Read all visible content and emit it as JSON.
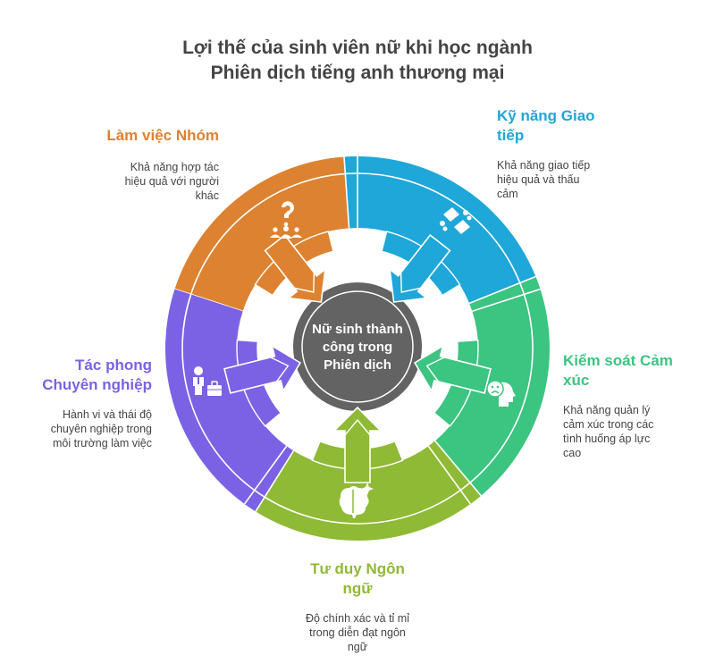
{
  "title": {
    "line1": "Lợi thế của sinh viên nữ khi học ngành",
    "line2": "Phiên dịch tiếng anh thương mại"
  },
  "center": {
    "line1": "Nữ sinh thành",
    "line2": "công trong",
    "line3": "Phiên dịch",
    "color": "#636363"
  },
  "segments": [
    {
      "id": "teamwork",
      "title_line1": "Làm việc Nhóm",
      "title_line2": "",
      "desc_line1": "Khả năng hợp tác",
      "desc_line2": "hiệu quả với người",
      "desc_line3": "khác",
      "desc_line4": "",
      "color": "#DD8230",
      "icon": "team-question-icon"
    },
    {
      "id": "communication",
      "title_line1": "Kỹ năng Giao",
      "title_line2": "tiếp",
      "desc_line1": "Khả năng giao tiếp",
      "desc_line2": "hiệu quả và thấu",
      "desc_line3": "cảm",
      "desc_line4": "",
      "color": "#1EA7D8",
      "icon": "speech-bubbles-icon"
    },
    {
      "id": "emotion-control",
      "title_line1": "Kiểm soát Cảm",
      "title_line2": "xúc",
      "desc_line1": "Khả năng quản lý",
      "desc_line2": "cảm xúc trong các",
      "desc_line3": "tình huống áp lực",
      "desc_line4": "cao",
      "color": "#3CC481",
      "icon": "sad-head-icon"
    },
    {
      "id": "language-thinking",
      "title_line1": "Tư duy Ngôn",
      "title_line2": "ngữ",
      "desc_line1": "Độ chính xác và tỉ mỉ",
      "desc_line2": "trong diễn đạt ngôn",
      "desc_line3": "ngữ",
      "desc_line4": "",
      "color": "#8FBA35",
      "icon": "brain-sparkle-icon"
    },
    {
      "id": "professionalism",
      "title_line1": "Tác phong",
      "title_line2": "Chuyên nghiệp",
      "desc_line1": "Hành vi và thái độ",
      "desc_line2": "chuyên nghiệp trong",
      "desc_line3": "môi trường làm việc",
      "desc_line4": "",
      "color": "#7B62E4",
      "icon": "businessman-briefcase-icon"
    }
  ]
}
